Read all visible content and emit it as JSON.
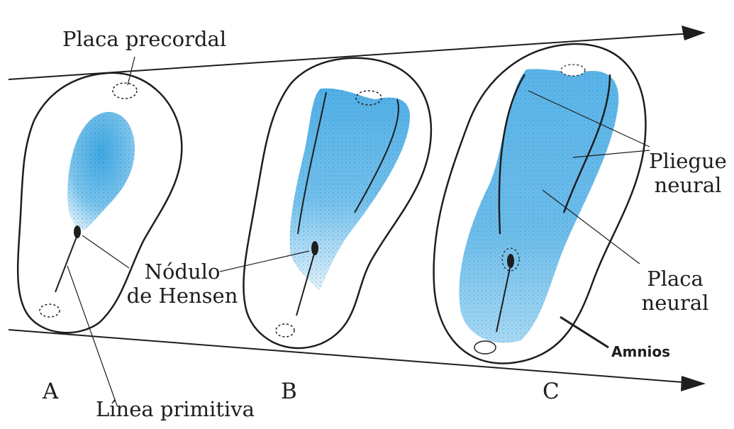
{
  "labels": {
    "placa_precordal": "Placa precordal",
    "pliegue_neural_1": "Pliegue",
    "pliegue_neural_2": "neural",
    "nodulo_1": "Nódulo",
    "nodulo_2": "de Hensen",
    "placa_neural_1": "Placa",
    "placa_neural_2": "neural",
    "amnios": "Amnios",
    "linea_primitiva": "Línea primitiva"
  },
  "stages": [
    "A",
    "B",
    "C"
  ],
  "colors": {
    "neural_plate": "#58b4e6",
    "neural_plate_light": "#bfe3f7",
    "outline": "#1e1e1e",
    "background": "#ffffff"
  }
}
